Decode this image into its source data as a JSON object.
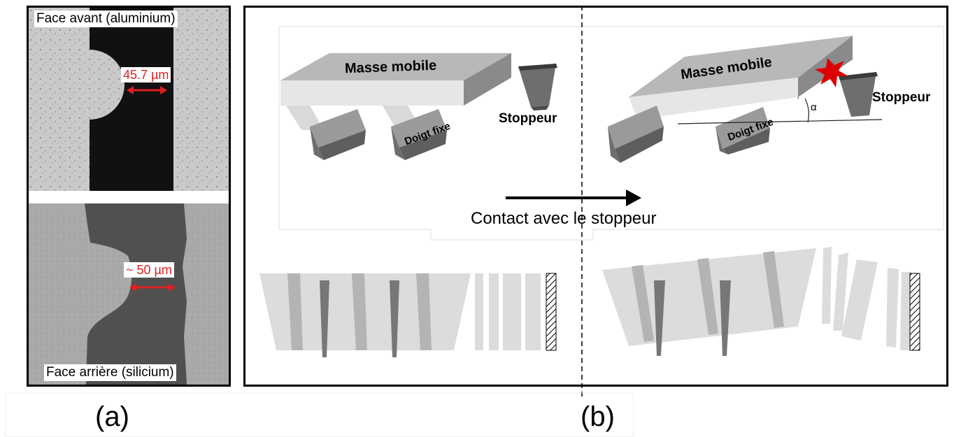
{
  "panel_a": {
    "top_label": "Face avant (aluminium)",
    "top_measure": "45.7 µm",
    "bottom_label": "Face arrière (silicium)",
    "bottom_measure": "~ 50 µm"
  },
  "panel_b": {
    "left_mass_label": "Masse mobile",
    "left_finger_label": "Doigt fixe",
    "left_stopper_label": "Stoppeur",
    "right_mass_label": "Masse mobile",
    "right_finger_label": "Doigt fixe",
    "right_stopper_label": "Stoppeur",
    "angle_label": "α",
    "arrow_caption": "Contact avec le stoppeur"
  },
  "captions": {
    "a": "(a)",
    "b": "(b)"
  },
  "colors": {
    "border": "#000000",
    "measurement_red": "#e02020",
    "impact_red": "#dd0000",
    "mass_grey": "#bdbdbd",
    "finger_grey": "#7a7a7a"
  }
}
